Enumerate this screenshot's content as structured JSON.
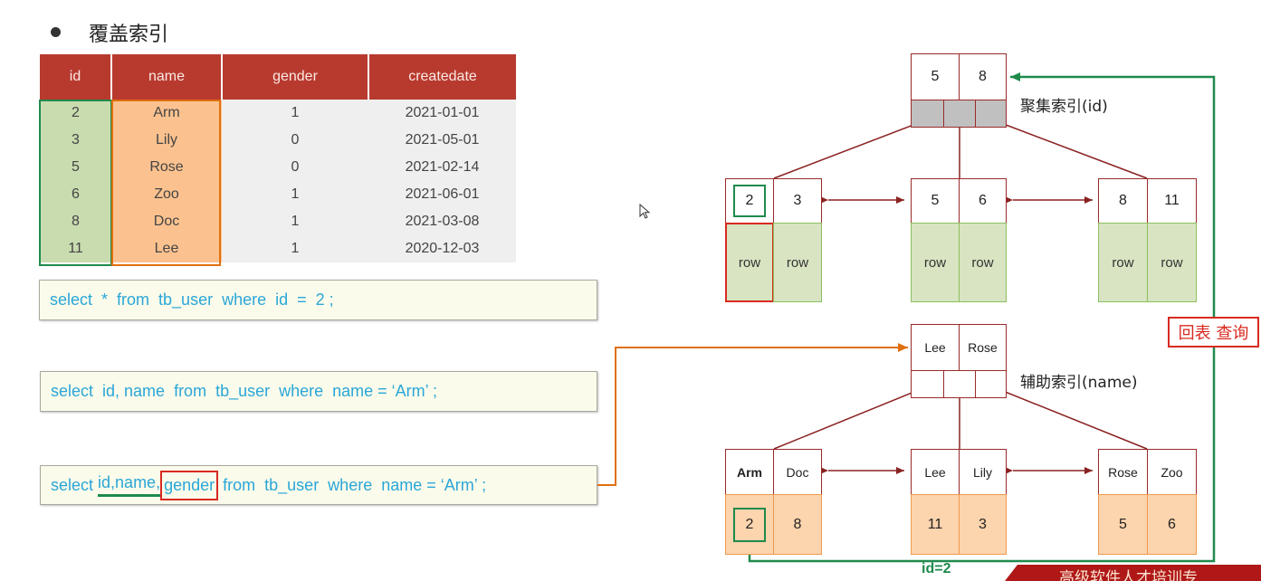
{
  "title": "覆盖索引",
  "table": {
    "headers": [
      "id",
      "name",
      "gender",
      "createdate"
    ],
    "rows": [
      [
        "2",
        "Arm",
        "1",
        "2021-01-01"
      ],
      [
        "3",
        "Lily",
        "0",
        "2021-05-01"
      ],
      [
        "5",
        "Rose",
        "0",
        "2021-02-14"
      ],
      [
        "6",
        "Zoo",
        "1",
        "2021-06-01"
      ],
      [
        "8",
        "Doc",
        "1",
        "2021-03-08"
      ],
      [
        "11",
        "Lee",
        "1",
        "2020-12-03"
      ]
    ]
  },
  "sql": {
    "q1": "select  *  from  tb_user  where  id  =  2 ;",
    "q2": "select  id, name  from  tb_user  where  name = ‘Arm’ ;",
    "q3_prefix": "select ",
    "q3_idname": "id,name,",
    "q3_gender": "gender",
    "q3_suffix": " from  tb_user  where  name = ‘Arm’ ;"
  },
  "clustered": {
    "label": "聚集索引(id)",
    "root_keys": [
      "5",
      "8"
    ],
    "leaves": [
      {
        "keys": [
          "2",
          "3"
        ],
        "rows": [
          "row",
          "row"
        ]
      },
      {
        "keys": [
          "5",
          "6"
        ],
        "rows": [
          "row",
          "row"
        ]
      },
      {
        "keys": [
          "8",
          "11"
        ],
        "rows": [
          "row",
          "row"
        ]
      }
    ]
  },
  "secondary": {
    "label": "辅助索引(name)",
    "root_keys": [
      "Lee",
      "Rose"
    ],
    "leaves": [
      {
        "keys": [
          "Arm",
          "Doc"
        ],
        "ids": [
          "2",
          "8"
        ]
      },
      {
        "keys": [
          "Lee",
          "Lily"
        ],
        "ids": [
          "11",
          "3"
        ]
      },
      {
        "keys": [
          "Rose",
          "Zoo"
        ],
        "ids": [
          "5",
          "6"
        ]
      }
    ]
  },
  "huibiao": "回表 查询",
  "id_label": "id=2",
  "footer": "高级软件人才培训专",
  "colors": {
    "header_red": "#b83a2f",
    "id_green": "#1f8a4c",
    "name_orange": "#e0700f",
    "sql_blue": "#2aa6d8",
    "highlight_red": "#d82a20"
  }
}
